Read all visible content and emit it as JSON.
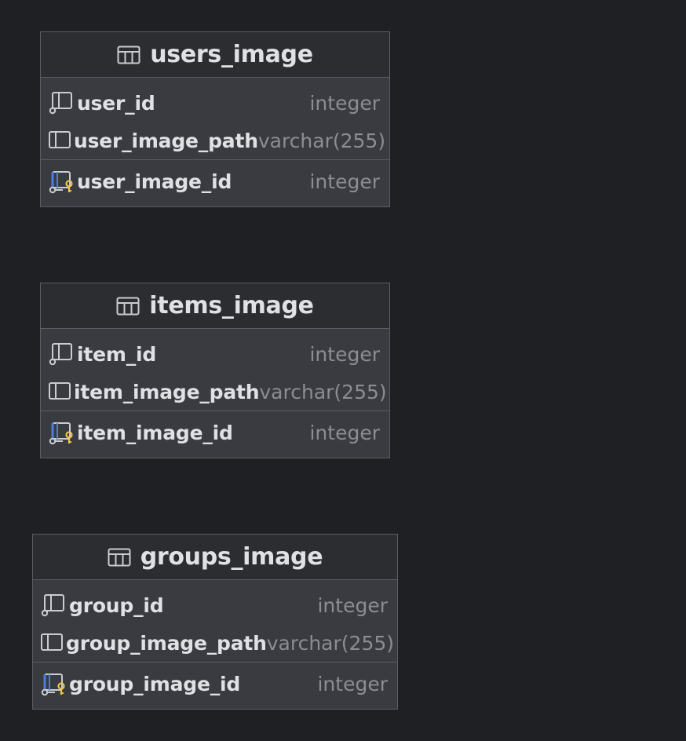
{
  "colors": {
    "background": "#1f2023",
    "table_body": "#393b40",
    "table_header": "#2b2d30",
    "border": "#5a5d63",
    "text": "#dfe1e5",
    "type_text": "#8a8d93",
    "key_accent": "#f0c54a",
    "fk_accent": "#4e7ddc"
  },
  "tables": [
    {
      "name": "users_image",
      "icon": "table-icon",
      "columns": [
        {
          "name": "user_id",
          "type": "integer",
          "icon": "foreign-key-column-icon"
        },
        {
          "name": "user_image_path",
          "type": "varchar(255)",
          "icon": "column-icon"
        }
      ],
      "primary_key": {
        "name": "user_image_id",
        "type": "integer",
        "icon": "primary-key-column-icon"
      }
    },
    {
      "name": "items_image",
      "icon": "table-icon",
      "columns": [
        {
          "name": "item_id",
          "type": "integer",
          "icon": "foreign-key-column-icon"
        },
        {
          "name": "item_image_path",
          "type": "varchar(255)",
          "icon": "column-icon"
        }
      ],
      "primary_key": {
        "name": "item_image_id",
        "type": "integer",
        "icon": "primary-key-column-icon"
      }
    },
    {
      "name": "groups_image",
      "icon": "table-icon",
      "columns": [
        {
          "name": "group_id",
          "type": "integer",
          "icon": "foreign-key-column-icon"
        },
        {
          "name": "group_image_path",
          "type": "varchar(255)",
          "icon": "column-icon"
        }
      ],
      "primary_key": {
        "name": "group_image_id",
        "type": "integer",
        "icon": "primary-key-column-icon"
      }
    }
  ]
}
